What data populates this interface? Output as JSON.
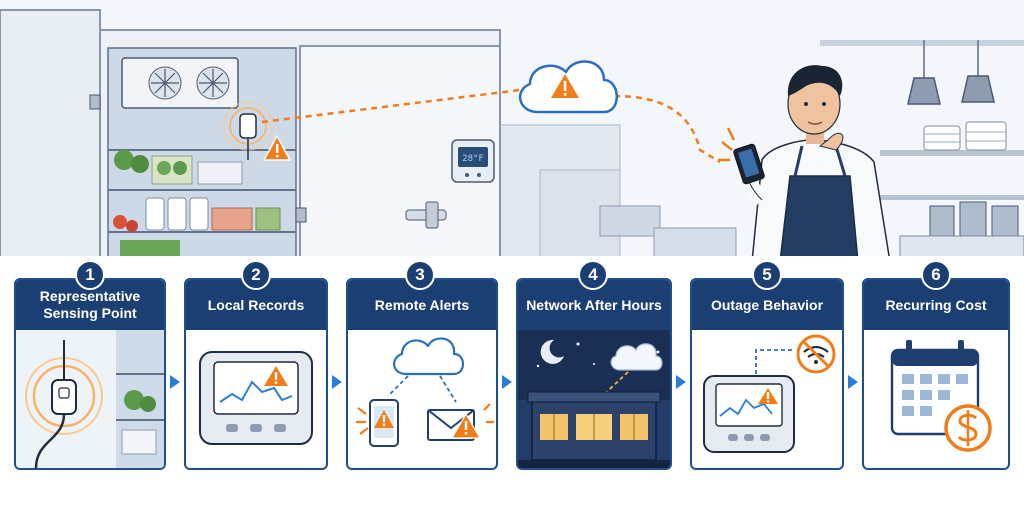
{
  "steps": [
    {
      "number": "1",
      "title": "Representative Sensing Point"
    },
    {
      "number": "2",
      "title": "Local Records"
    },
    {
      "number": "3",
      "title": "Remote Alerts"
    },
    {
      "number": "4",
      "title": "Network After Hours"
    },
    {
      "number": "5",
      "title": "Outage Behavior"
    },
    {
      "number": "6",
      "title": "Recurring Cost"
    }
  ],
  "scene": {
    "thermostat_reading": "28°F"
  },
  "colors": {
    "navy": "#1c3f73",
    "accent_blue": "#2a7fd4",
    "alert_orange": "#f07d1a",
    "line_gray": "#9aa9bd"
  },
  "icons": [
    "cloud-alert-icon",
    "warning-icon",
    "smartphone-icon",
    "email-alert-icon",
    "wifi-off-icon",
    "calendar-icon",
    "dollar-coin-icon",
    "moon-icon"
  ]
}
